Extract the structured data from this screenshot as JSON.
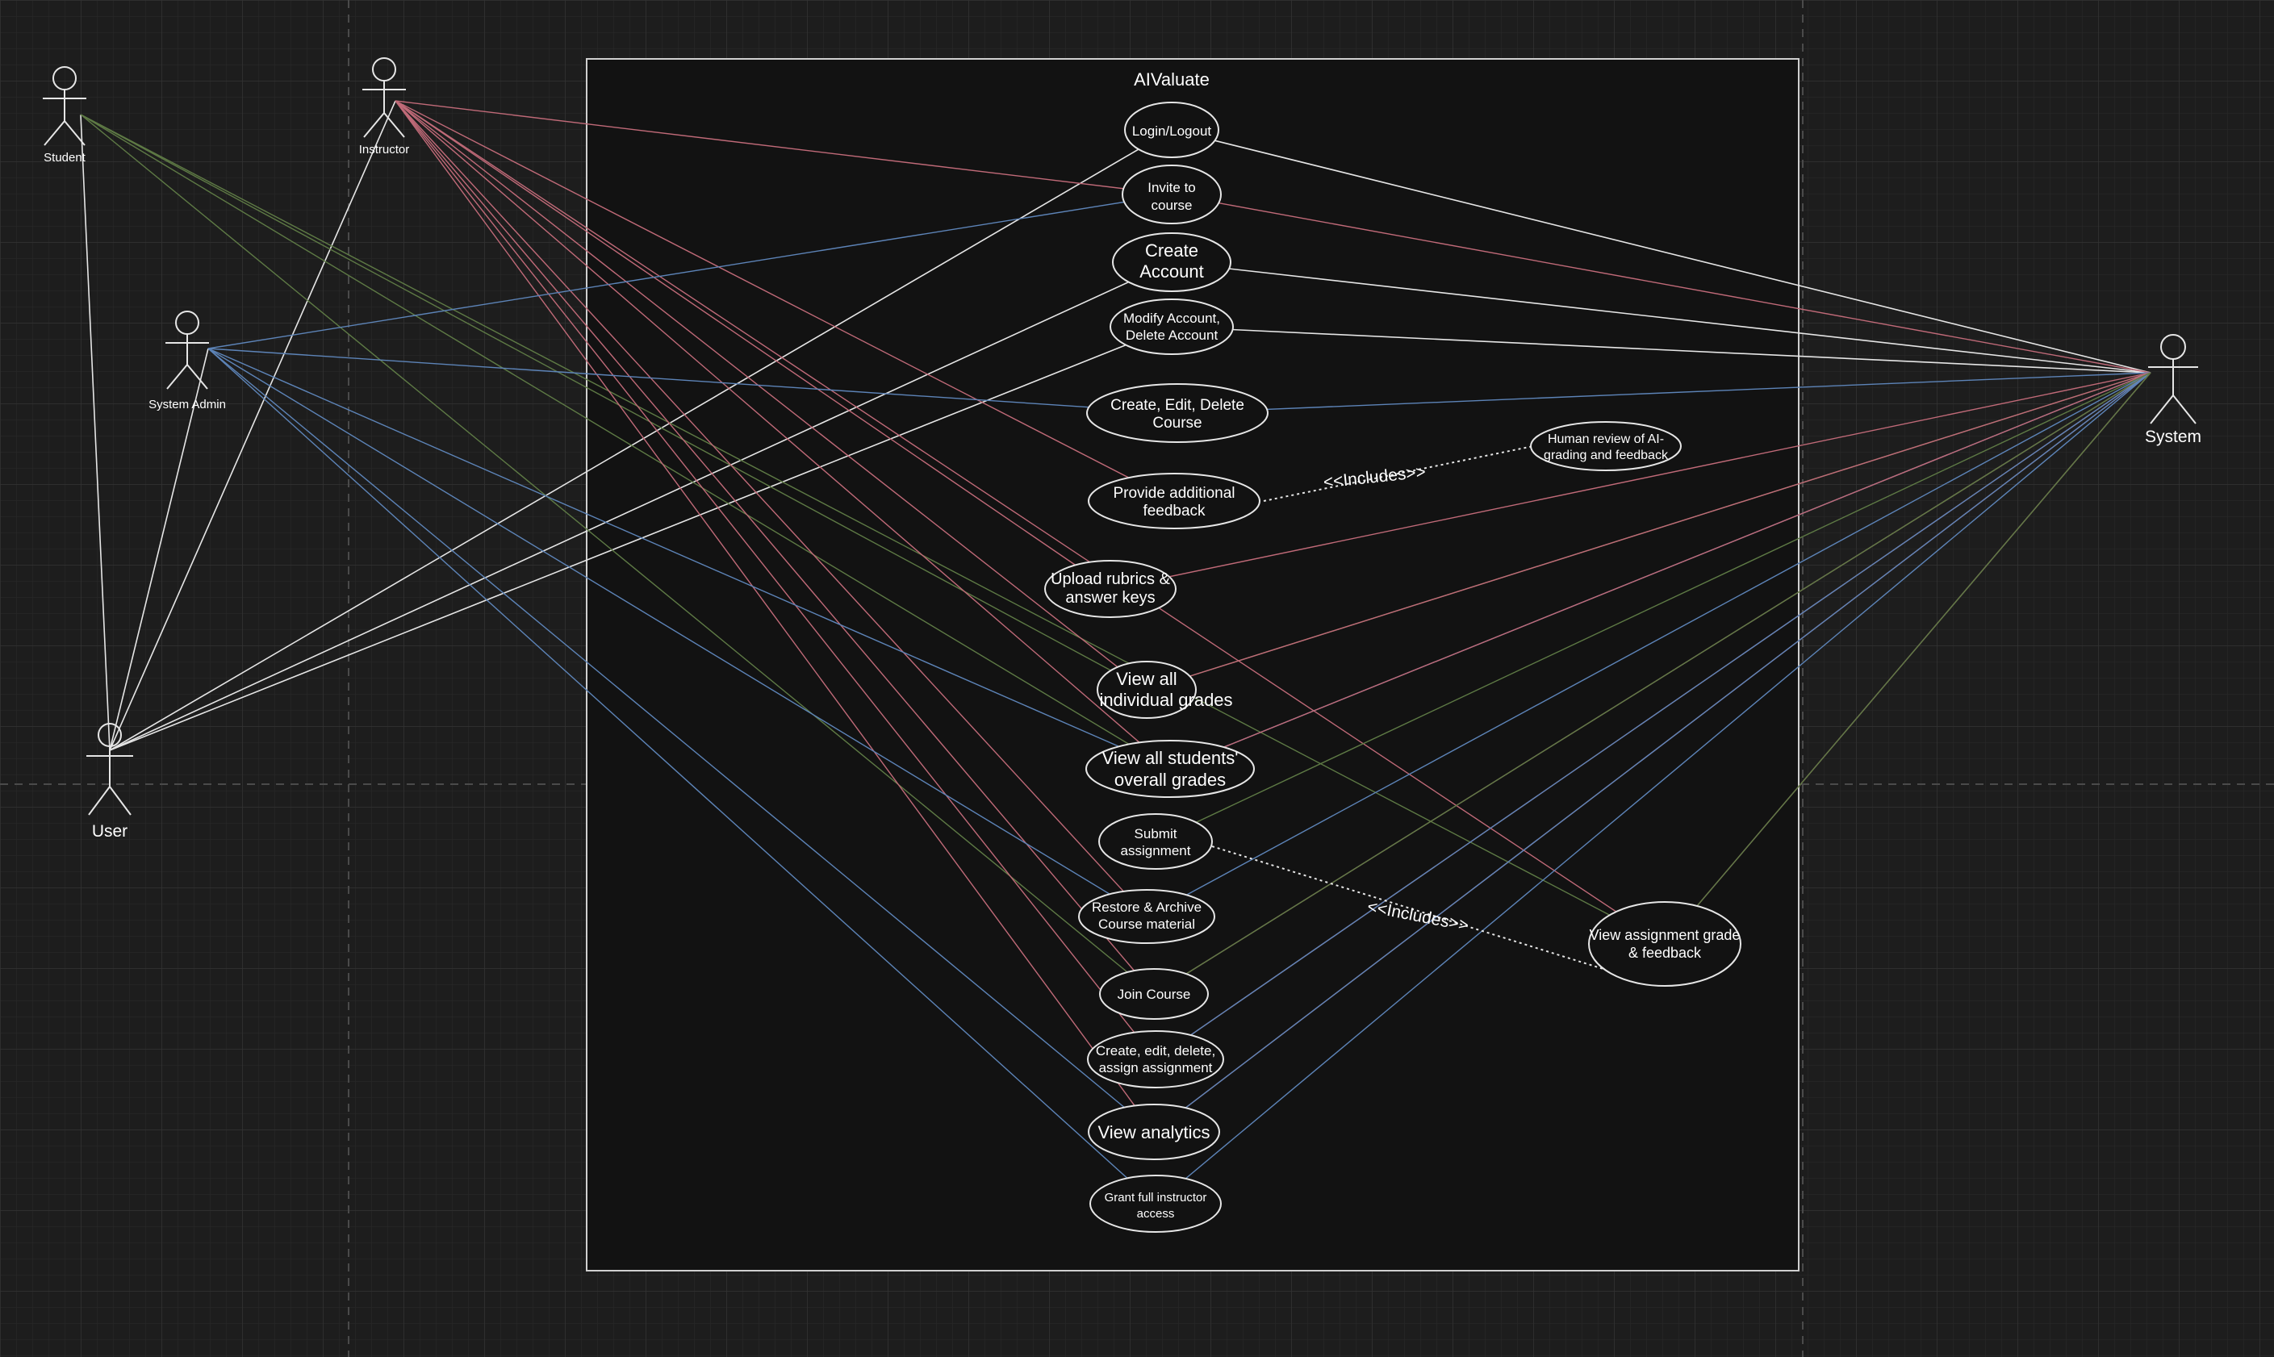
{
  "diagram": {
    "system_title": "AIValuate",
    "includes_label": "<<Includes>>",
    "actors": {
      "student": "Student",
      "instructor": "Instructor",
      "system_admin": "System Admin",
      "user": "User",
      "system": "System"
    },
    "use_cases": {
      "login": [
        "Login/Logout"
      ],
      "invite": [
        "Invite to",
        "course"
      ],
      "create_account": [
        "Create",
        "Account"
      ],
      "modify_account": [
        "Modify Account,",
        "Delete Account"
      ],
      "course_crud": [
        "Create, Edit, Delete",
        "Course"
      ],
      "additional_feedback": [
        "Provide additional",
        "feedback"
      ],
      "human_review": [
        "Human review of AI-",
        "grading and feedback"
      ],
      "upload_rubrics": [
        "Upload rubrics &",
        "answer keys"
      ],
      "view_individual": [
        "View all",
        "individual grades"
      ],
      "view_overall": [
        "View all students'",
        "overall grades"
      ],
      "submit": [
        "Submit",
        "assignment"
      ],
      "restore_archive": [
        "Restore & Archive",
        "Course material"
      ],
      "join_course": [
        "Join Course"
      ],
      "assignment_crud": [
        "Create, edit, delete,",
        "assign assignment"
      ],
      "view_analytics": [
        "View analytics"
      ],
      "grant_access": [
        "Grant full instructor",
        "access"
      ],
      "view_grade_feedback": [
        "View assignment grade",
        "& feedback"
      ]
    },
    "colors": {
      "background": "#1d1d1d",
      "boundary_fill": "#121212",
      "white": "#e6e6e6",
      "red": "#c06a78",
      "blue": "#5d84b8",
      "green": "#5e7a45"
    }
  }
}
